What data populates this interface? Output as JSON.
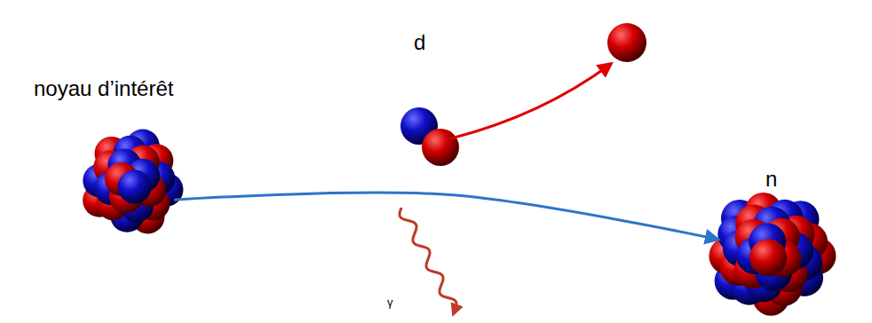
{
  "diagram": {
    "nodes": [
      {
        "text": [
          "noyau d’intérêt"
        ]
      },
      {
        "text": [
          "n"
        ]
      }
    ],
    "edges": [
      {
        "from": 0,
        "to": 1,
        "arrow": "to"
      }
    ],
    "labels": [
      "d",
      "γ"
    ]
  }
}
